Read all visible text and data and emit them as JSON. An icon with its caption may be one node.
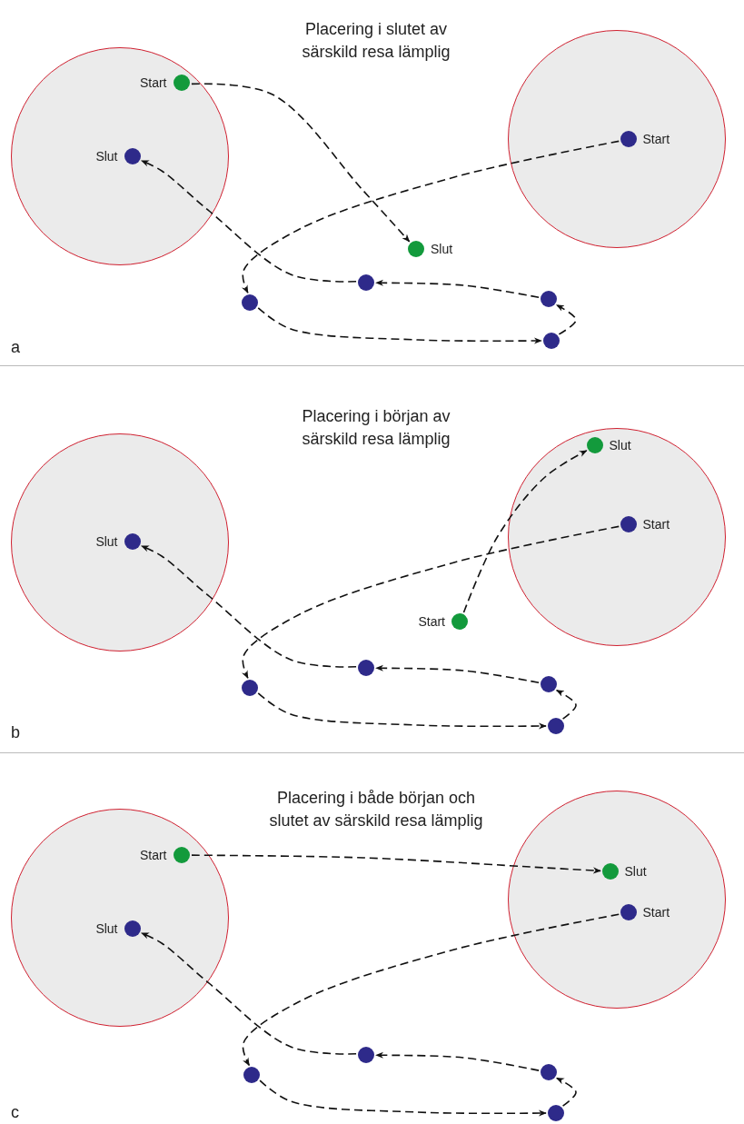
{
  "diagram": {
    "nodes": [
      {
        "text": [],
        "shape": "circle"
      },
      {
        "text": [],
        "shape": "circle",
        "in": 0,
        "beside": [
          "Start"
        ]
      },
      {
        "text": [],
        "shape": "circle",
        "in": 0,
        "beside": [
          "Slut"
        ]
      },
      {
        "text": [],
        "shape": "circle"
      },
      {
        "text": [],
        "shape": "circle",
        "in": 3,
        "beside": [
          "Start"
        ]
      },
      {
        "text": [],
        "shape": "circle",
        "beside": [
          "Slut"
        ]
      },
      {
        "text": [],
        "shape": "circle"
      },
      {
        "text": [],
        "shape": "circle"
      },
      {
        "text": [],
        "shape": "circle"
      },
      {
        "text": [],
        "shape": "circle"
      },
      {
        "text": [],
        "shape": "circle"
      },
      {
        "text": [],
        "shape": "circle",
        "in": 10,
        "beside": [
          "Slut"
        ]
      },
      {
        "text": [],
        "shape": "circle"
      },
      {
        "text": [],
        "shape": "circle",
        "in": 12,
        "beside": [
          "Slut"
        ]
      },
      {
        "text": [],
        "shape": "circle",
        "in": 12,
        "beside": [
          "Start"
        ]
      },
      {
        "text": [],
        "shape": "circle",
        "beside": [
          "Start"
        ]
      },
      {
        "text": [],
        "shape": "circle"
      },
      {
        "text": [],
        "shape": "circle"
      },
      {
        "text": [],
        "shape": "circle"
      },
      {
        "text": [],
        "shape": "circle"
      },
      {
        "text": [],
        "shape": "circle"
      },
      {
        "text": [],
        "shape": "circle",
        "in": 20,
        "beside": [
          "Start"
        ]
      },
      {
        "text": [],
        "shape": "circle",
        "in": 20,
        "beside": [
          "Slut"
        ]
      },
      {
        "text": [],
        "shape": "circle"
      },
      {
        "text": [],
        "shape": "circle",
        "in": 23,
        "beside": [
          "Slut"
        ]
      },
      {
        "text": [],
        "shape": "circle",
        "in": 23,
        "beside": [
          "Start"
        ]
      },
      {
        "text": [],
        "shape": "circle"
      },
      {
        "text": [],
        "shape": "circle"
      },
      {
        "text": [],
        "shape": "circle"
      },
      {
        "text": [],
        "shape": "circle"
      }
    ],
    "edges": [
      {
        "from": 1,
        "to": 5,
        "arrow": "to"
      },
      {
        "from": 4,
        "to": 8,
        "arrow": "to"
      },
      {
        "from": 8,
        "to": 9,
        "arrow": "to"
      },
      {
        "from": 9,
        "to": 7,
        "arrow": "to"
      },
      {
        "from": 7,
        "to": 6,
        "arrow": "to"
      },
      {
        "from": 6,
        "to": 2,
        "arrow": "to"
      },
      {
        "from": 15,
        "to": 13,
        "arrow": "to"
      },
      {
        "from": 14,
        "to": 18,
        "arrow": "to"
      },
      {
        "from": 18,
        "to": 19,
        "arrow": "to"
      },
      {
        "from": 19,
        "to": 17,
        "arrow": "to"
      },
      {
        "from": 17,
        "to": 16,
        "arrow": "to"
      },
      {
        "from": 16,
        "to": 11,
        "arrow": "to"
      },
      {
        "from": 21,
        "to": 24,
        "arrow": "to"
      },
      {
        "from": 25,
        "to": 28,
        "arrow": "to"
      },
      {
        "from": 28,
        "to": 29,
        "arrow": "to"
      },
      {
        "from": 29,
        "to": 27,
        "arrow": "to"
      },
      {
        "from": 27,
        "to": 26,
        "arrow": "to"
      },
      {
        "from": 26,
        "to": 22,
        "arrow": "to"
      }
    ],
    "labels": [
      "Placering i slutet av särskild resa lämplig",
      "a",
      "Placering i början av särskild resa lämplig",
      "b",
      "Placering i både början och slutet av särskild resa lämplig",
      "c"
    ]
  }
}
